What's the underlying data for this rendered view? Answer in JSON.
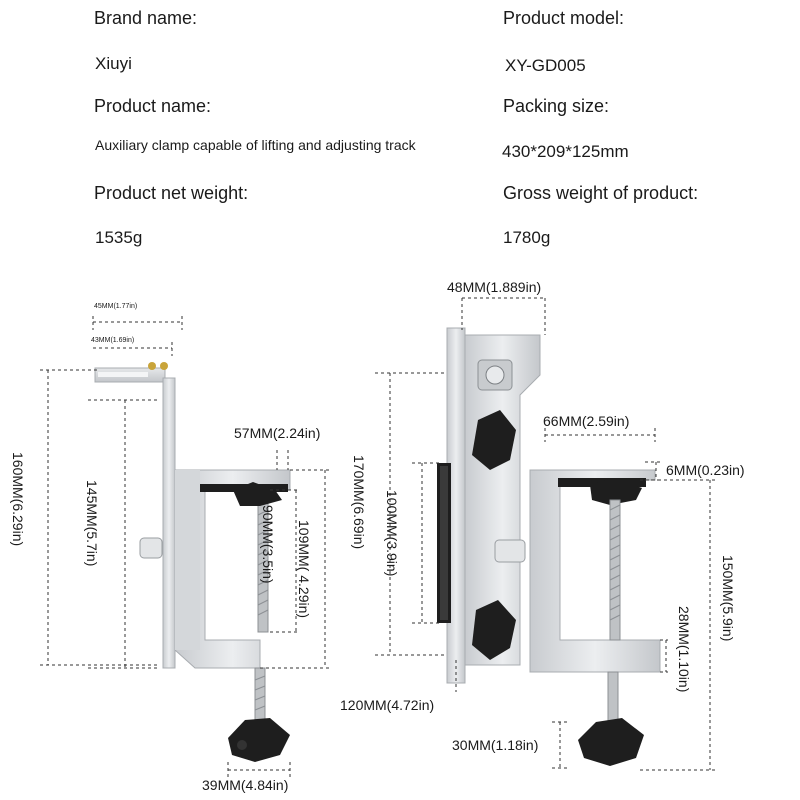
{
  "specs": {
    "brand_label": "Brand name:",
    "brand_value": "Xiuyi",
    "model_label": "Product model:",
    "model_value": "XY-GD005",
    "product_label": "Product name:",
    "product_value": "Auxiliary clamp capable of lifting and adjusting track",
    "packing_label": "Packing size:",
    "packing_value": "430*209*125mm",
    "net_weight_label": "Product net weight:",
    "net_weight_value": "1535g",
    "gross_weight_label": "Gross weight of product:",
    "gross_weight_value": "1780g"
  },
  "dimensions": {
    "left_top_45": "45MM(1.77in)",
    "left_top_43": "43MM(1.69in)",
    "left_160": "160MM(6.29in)",
    "left_145": "145MM(5.7in)",
    "left_57": "57MM(2.24in)",
    "left_90": "90MM(3.5in)",
    "left_109": "109MM( 4.29in)",
    "left_39": "39MM(4.84in)",
    "right_48": "48MM(1.889in)",
    "right_170": "170MM(6.69in)",
    "right_inner": "100MM(3.9in)",
    "right_120": "120MM(4.72in)",
    "right_66": "66MM(2.59in)",
    "right_6": "6MM(0.23in)",
    "right_150": "150MM(5.9in)",
    "right_28": "28MM(1.10in)",
    "right_30": "30MM(1.18in)"
  },
  "colors": {
    "aluminum": "#d9dcdf",
    "aluminum_dark": "#b9bdc1",
    "knob": "#1e1e1e",
    "brass": "#c9a43a"
  }
}
